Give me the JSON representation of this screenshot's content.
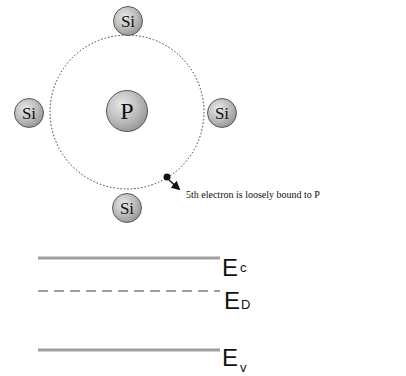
{
  "diagram": {
    "nodes": [
      {
        "text": [
          "Si"
        ]
      },
      {
        "text": [
          "Si"
        ]
      },
      {
        "text": [
          "P"
        ]
      },
      {
        "text": [
          "Si"
        ]
      },
      {
        "text": [
          "Si"
        ]
      }
    ],
    "labels": [
      "5th electron is loosely bound to P",
      "E",
      "c",
      "E",
      "D",
      "E",
      "v"
    ]
  }
}
